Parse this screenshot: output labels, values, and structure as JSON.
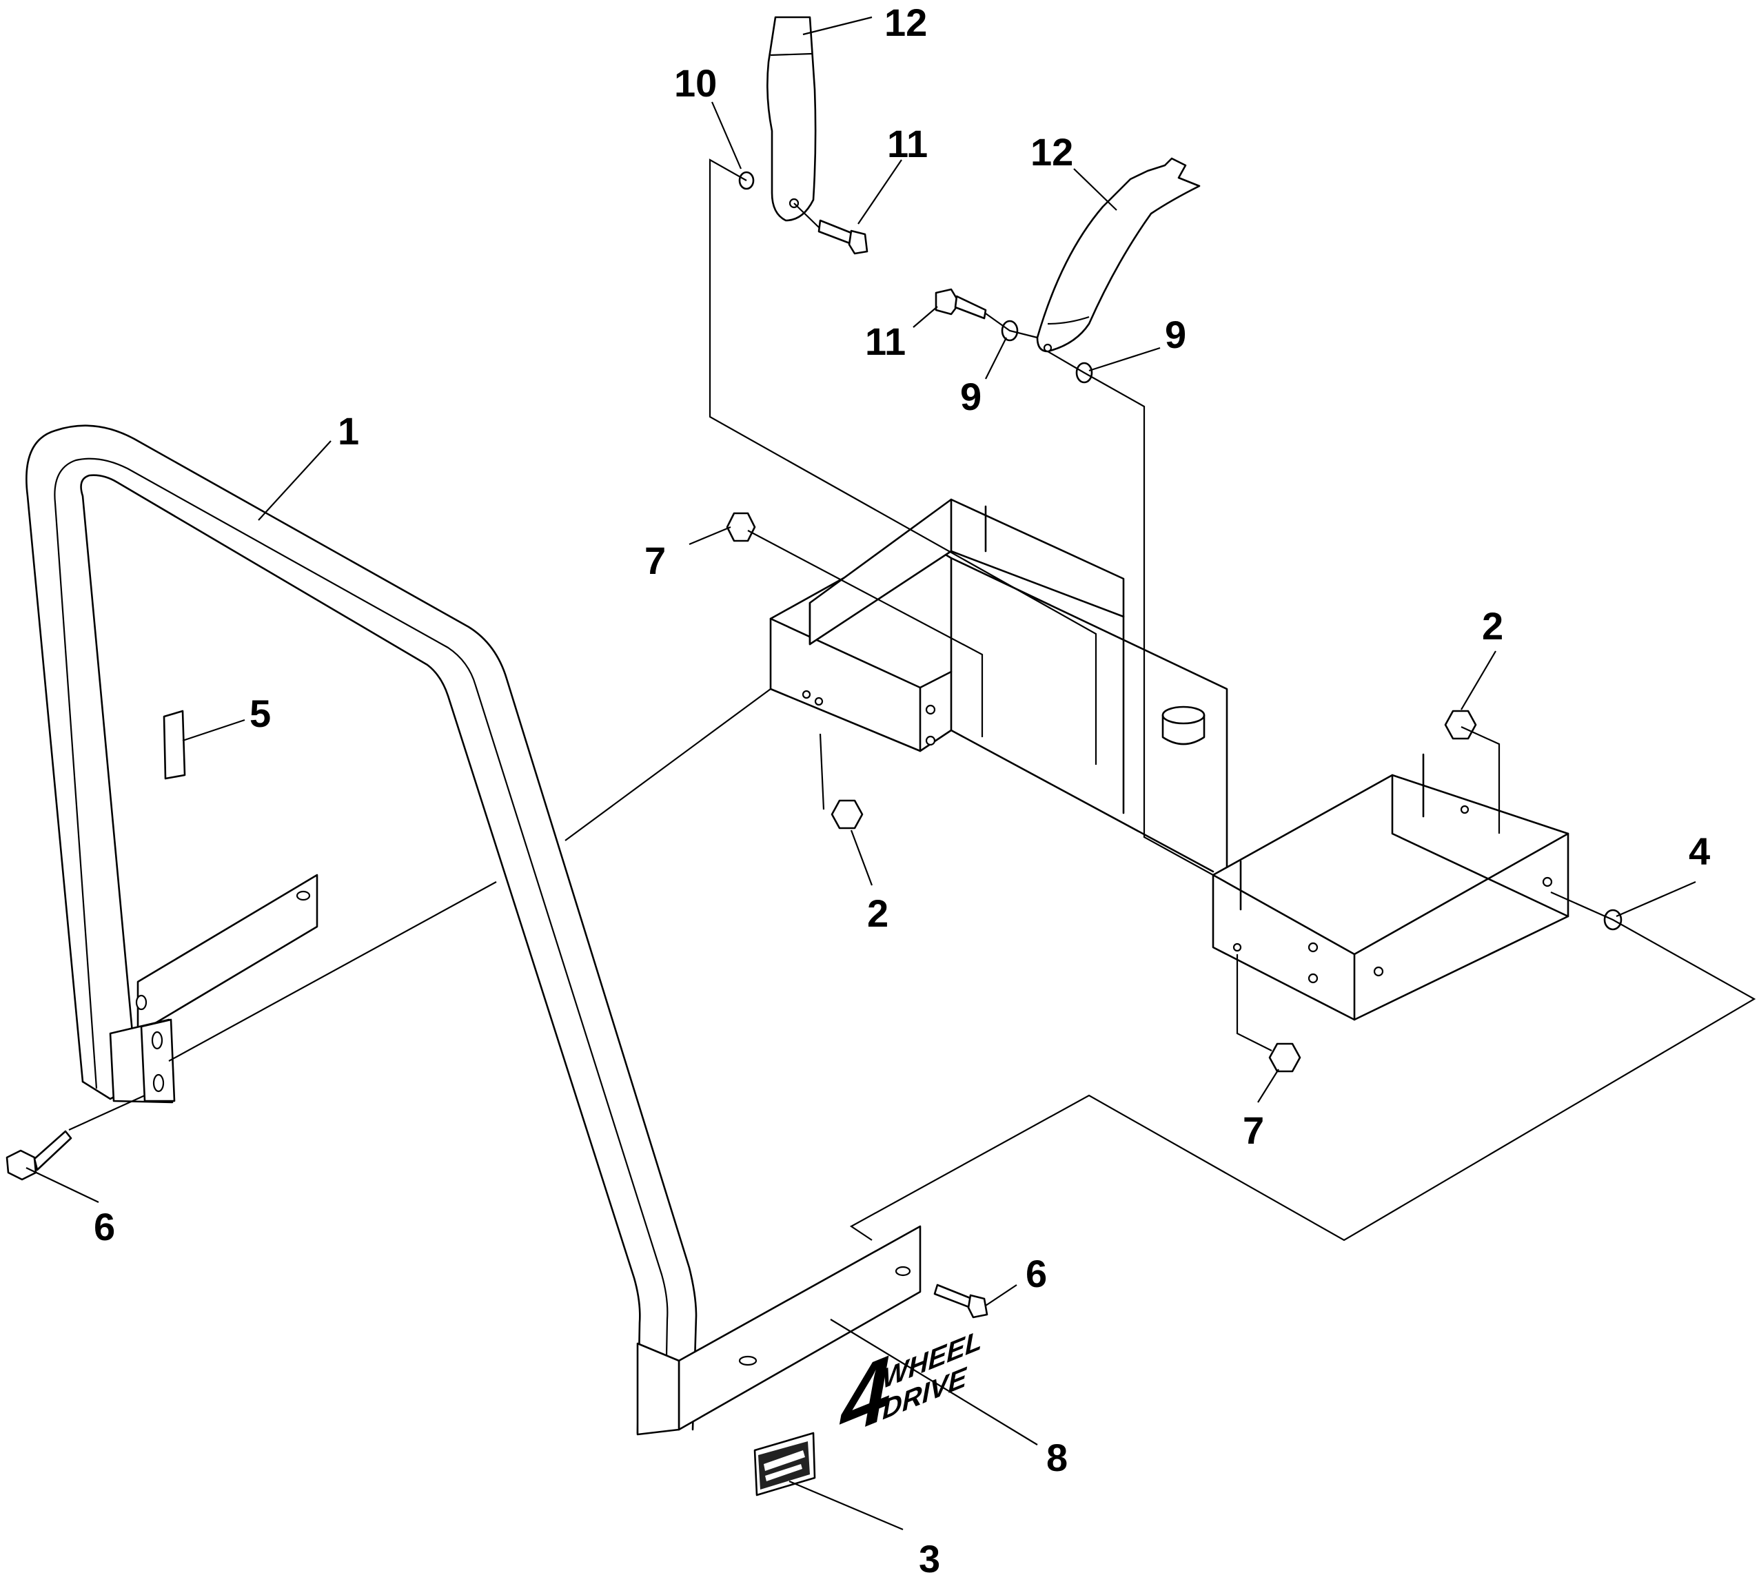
{
  "callouts": [
    {
      "id": "c1",
      "label": "1"
    },
    {
      "id": "c2a",
      "label": "2"
    },
    {
      "id": "c2b",
      "label": "2"
    },
    {
      "id": "c3",
      "label": "3"
    },
    {
      "id": "c4",
      "label": "4"
    },
    {
      "id": "c5",
      "label": "5"
    },
    {
      "id": "c6a",
      "label": "6"
    },
    {
      "id": "c6b",
      "label": "6"
    },
    {
      "id": "c7a",
      "label": "7"
    },
    {
      "id": "c7b",
      "label": "7"
    },
    {
      "id": "c8",
      "label": "8"
    },
    {
      "id": "c9a",
      "label": "9"
    },
    {
      "id": "c9b",
      "label": "9"
    },
    {
      "id": "c10",
      "label": "10"
    },
    {
      "id": "c11a",
      "label": "11"
    },
    {
      "id": "c11b",
      "label": "11"
    },
    {
      "id": "c12a",
      "label": "12"
    },
    {
      "id": "c12b",
      "label": "12"
    }
  ],
  "decal": {
    "number": "4",
    "line1": "WHEEL",
    "line2": "DRIVE"
  }
}
